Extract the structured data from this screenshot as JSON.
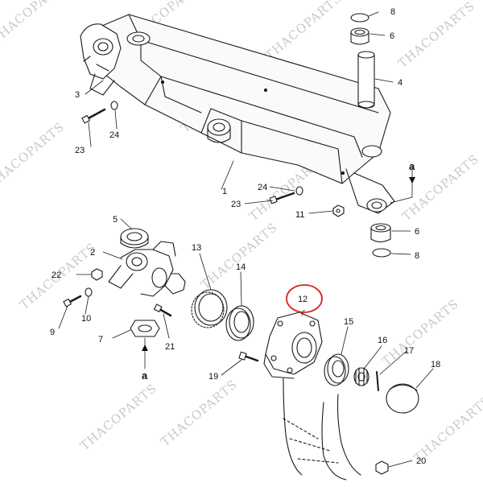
{
  "watermark": "THACOPARTS",
  "highlight_color": "#d9231d",
  "callouts": [
    "1",
    "2",
    "3",
    "4",
    "5",
    "6",
    "6",
    "7",
    "8",
    "8",
    "9",
    "10",
    "11",
    "12",
    "13",
    "14",
    "15",
    "16",
    "17",
    "18",
    "19",
    "20",
    "21",
    "22",
    "23",
    "23",
    "24",
    "24"
  ],
  "ref_letters": [
    "a",
    "a"
  ]
}
